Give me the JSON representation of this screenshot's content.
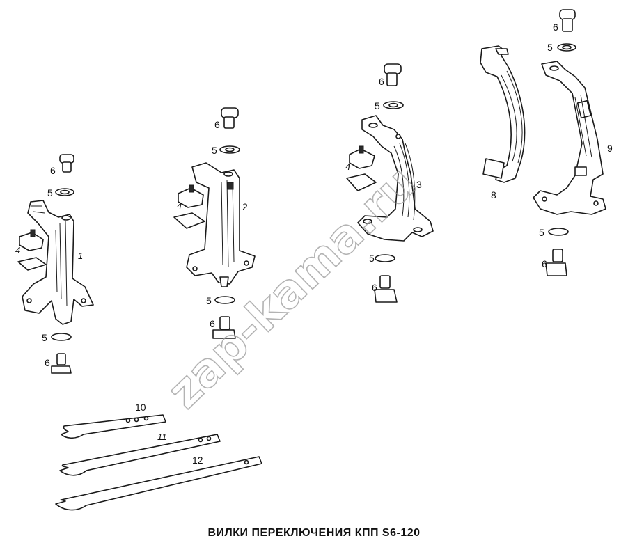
{
  "caption": "ВИЛКИ ПЕРЕКЛЮЧЕНИЯ КПП S6-120",
  "watermark": "zap-kama.ru",
  "labels": {
    "one": "1",
    "two": "2",
    "three": "3",
    "four": "4",
    "five": "5",
    "six": "6",
    "eight": "8",
    "nine": "9",
    "ten": "10",
    "eleven": "11",
    "twelve": "12"
  },
  "colors": {
    "ink": "#1a1a1a",
    "watermark": "#9a9a9a",
    "paper": "#ffffff"
  }
}
